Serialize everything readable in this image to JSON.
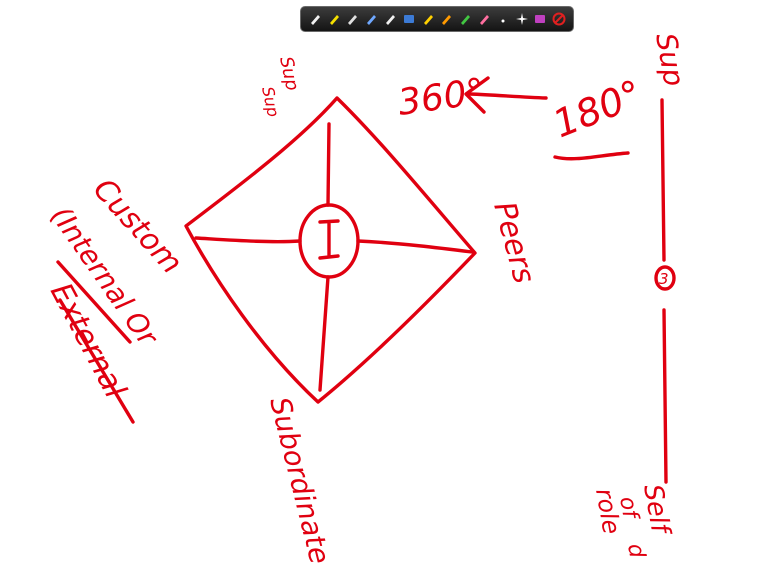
{
  "toolbar": {
    "tools": [
      {
        "name": "pen-icon",
        "color": "#f2f2f2"
      },
      {
        "name": "highlighter-icon",
        "color": "#f5e000"
      },
      {
        "name": "stamp-icon",
        "color": "#e0e0e0"
      },
      {
        "name": "pointer-icon",
        "color": "#6fa8ff"
      },
      {
        "name": "eraser-icon",
        "color": "#f0f0f0"
      },
      {
        "name": "screen-icon",
        "color": "#3c7bd6"
      },
      {
        "name": "marker-yellow-icon",
        "color": "#ffd000"
      },
      {
        "name": "marker-orange-icon",
        "color": "#ff9a00"
      },
      {
        "name": "marker-green-icon",
        "color": "#42c742"
      },
      {
        "name": "marker-pink-icon",
        "color": "#ff6fa0"
      },
      {
        "name": "dot-icon",
        "color": "#ffffff"
      },
      {
        "name": "sparkle-icon",
        "color": "#ffffff"
      },
      {
        "name": "palette-icon",
        "color": "#c040c0"
      },
      {
        "name": "clear-icon",
        "color": "#e02020"
      }
    ]
  },
  "ink_color": "#e00010",
  "labels": {
    "degrees_360": "360°",
    "degrees_180": "180°",
    "superior_vertical": "Sup",
    "superior_top": "Sup",
    "superior_top_small": "Sup",
    "center": "I",
    "peers": "Peers",
    "subordinates": "Subordinate",
    "customer": "Custom",
    "internal_or": "(Internal Or",
    "external": "External",
    "circle_mark": "3",
    "self_top": "Self",
    "self_of": "of",
    "self_role": "role",
    "self_d": "d"
  }
}
